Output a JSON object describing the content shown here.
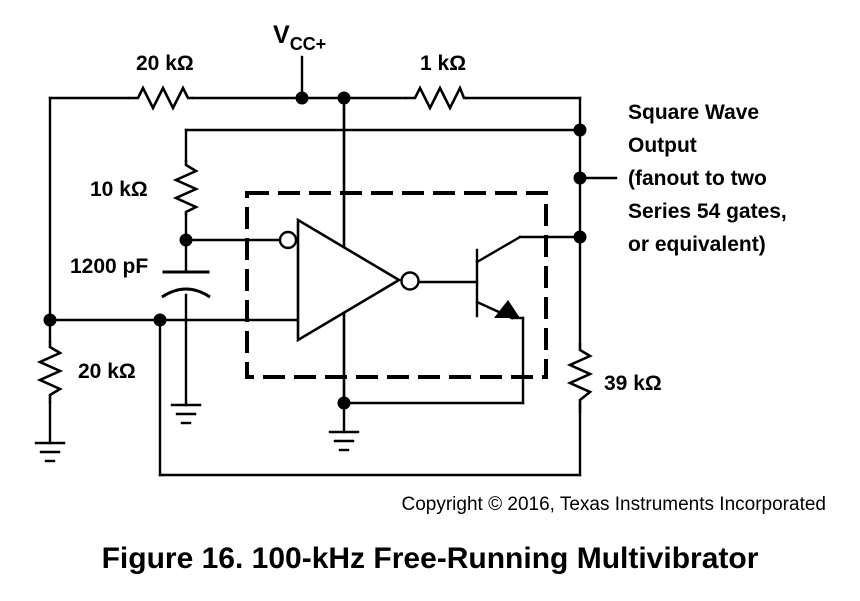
{
  "labels": {
    "vcc_main": "V",
    "vcc_sub": "CC+",
    "r_top_left": "20 kΩ",
    "r_top_right": "1 kΩ",
    "r_mid": "10 kΩ",
    "cap": "1200 pF",
    "r_bottom_left": "20 kΩ",
    "r_bottom_right": "39 kΩ"
  },
  "output_note": {
    "lines": [
      "Square Wave",
      "Output",
      "(fanout to two",
      "Series 54 gates,",
      "or equivalent)"
    ]
  },
  "copyright": "Copyright © 2016, Texas Instruments Incorporated",
  "caption": "Figure 16.  100-kHz Free-Running Multivibrator"
}
